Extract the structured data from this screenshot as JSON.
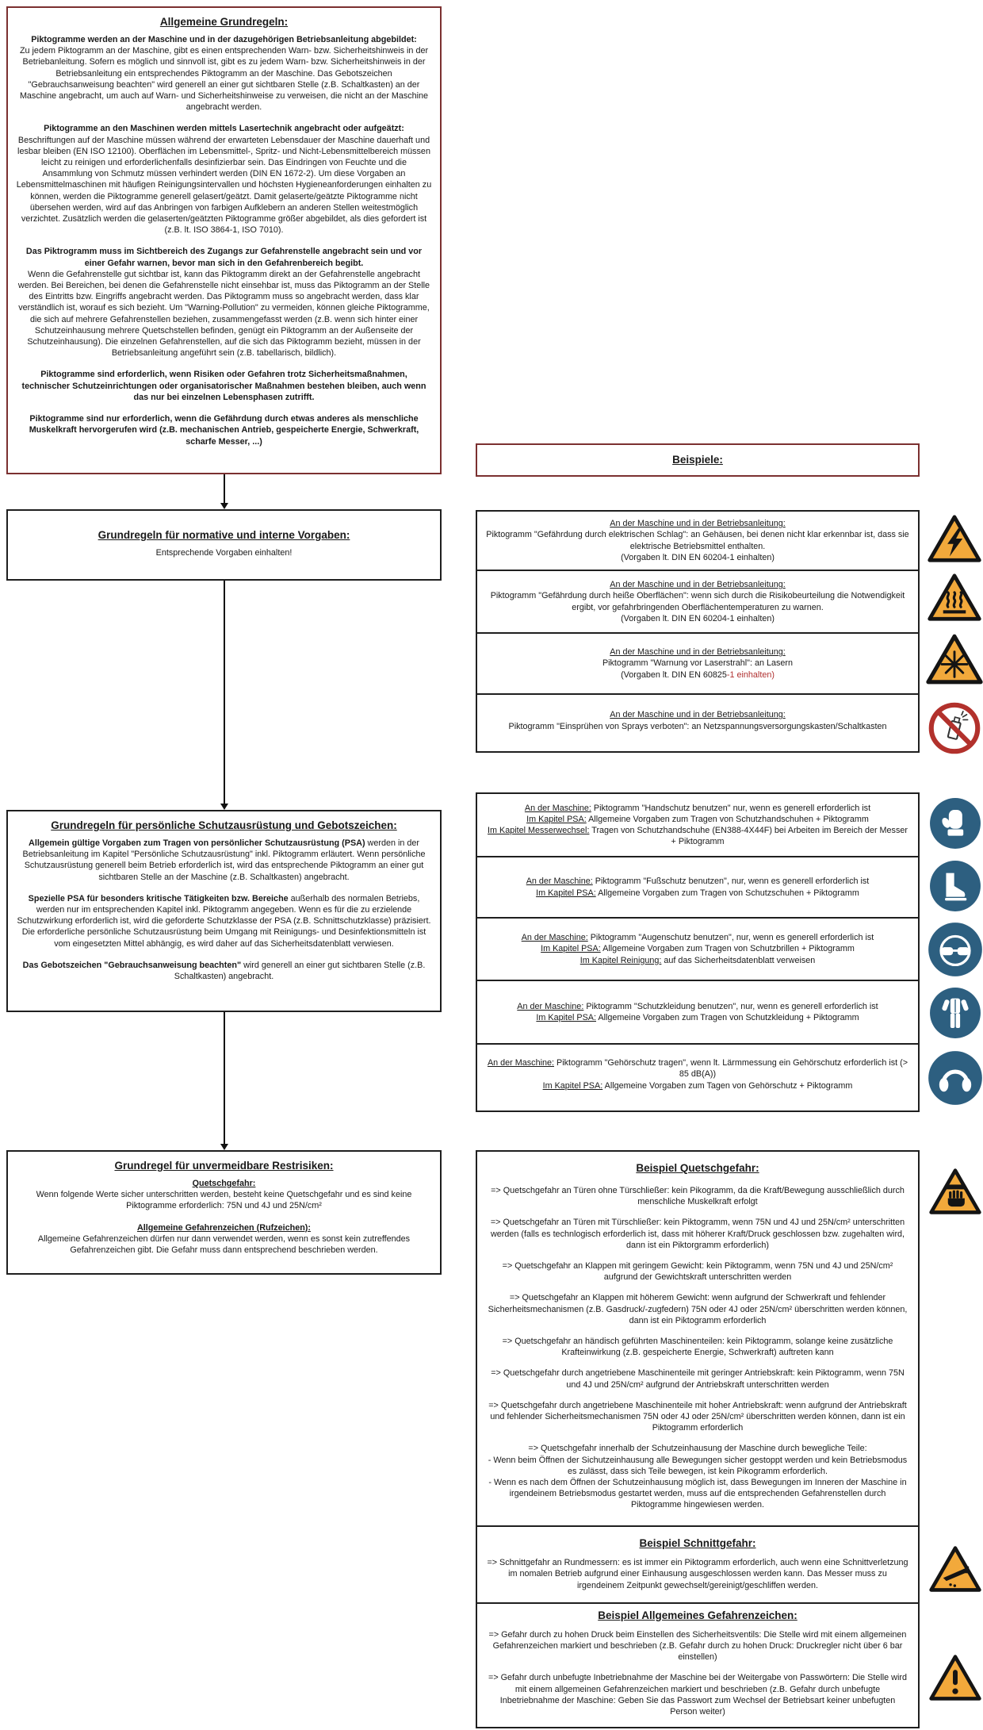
{
  "colors": {
    "accent_border": "#7B3030",
    "box_border": "#1F1F1F",
    "warning_yellow": "#F2A93B",
    "prohibition_red": "#B2312C",
    "mandatory_blue": "#2D5F80",
    "highlight_red_text": "#B03030"
  },
  "general_box": {
    "title": "Allgemeine Grundregeln:",
    "paragraphs": [
      {
        "lead": "Piktogramme werden an der Maschine und in der dazugehörigen Betriebsanleitung abgebildet:",
        "body": "Zu jedem Piktogramm an der Maschine, gibt es einen entsprechenden Warn- bzw. Sicherheitshinweis in der Betriebanleitung. Sofern es möglich und sinnvoll ist, gibt es zu jedem Warn- bzw. Sicherheitshinweis in der Betriebsanleitung ein entsprechendes Piktogramm an der Maschine. Das Gebotszeichen \"Gebrauchsanweisung beachten\" wird generell an einer gut sichtbaren Stelle (z.B. Schaltkasten) an der Maschine angebracht, um auch auf Warn- und Sicherheitshinweise zu verweisen, die nicht an der Maschine angebracht werden."
      },
      {
        "lead": "Piktogramme an den Maschinen werden mittels Lasertechnik angebracht oder aufgeätzt:",
        "body": "Beschriftungen auf der Maschine müssen während der erwarteten Lebensdauer der Maschine dauerhaft und lesbar bleiben (EN ISO 12100). Oberflächen im Lebensmittel-, Spritz- und Nicht-Lebensmittelbereich müssen leicht zu reinigen und erforderlichenfalls desinfizierbar sein. Das Eindringen von Feuchte und die Ansammlung von Schmutz müssen verhindert werden (DIN EN 1672-2). Um diese Vorgaben an Lebensmittelmaschinen mit häufigen Reinigungsintervallen und höchsten Hygieneanforderungen einhalten zu können, werden die Piktogramme generell gelasert/geätzt. Damit gelaserte/geätzte Piktogramme nicht übersehen werden, wird auf das Anbringen von farbigen Aufklebern an anderen Stellen weitestmöglich verzichtet. Zusätzlich werden die gelaserten/geätzten Piktogramme größer abgebildet, als dies gefordert ist (z.B. lt. ISO 3864-1, ISO 7010)."
      },
      {
        "lead": "Das Piktrogramm muss im Sichtbereich des Zugangs zur Gefahrenstelle angebracht sein und vor einer Gefahr warnen, bevor man sich in den Gefahrenbereich begibt.",
        "body": "Wenn die Gefahrenstelle gut sichtbar ist, kann das Piktogramm direkt an der Gefahrenstelle angebracht werden. Bei Bereichen, bei denen die Gefahrenstelle nicht einsehbar ist, muss das Piktogramm an der Stelle des Eintritts bzw. Eingriffs angebracht werden. Das Piktogramm muss so angebracht werden, dass klar verständlich ist, worauf es sich bezieht. Um \"Warning-Pollution\" zu vermeiden, können gleiche Piktogramme, die sich auf mehrere Gefahrenstellen beziehen, zusammengefasst werden (z.B. wenn sich hinter einer Schutzeinhausung mehrere Quetschstellen befinden, genügt ein Piktogramm an der Außenseite der Schutzeinhausung). Die einzelnen Gefahrenstellen, auf die sich das Piktogramm bezieht, müssen in der Betriebsanleitung angeführt sein (z.B. tabellarisch, bildlich)."
      },
      {
        "lead": "Piktogramme sind erforderlich, wenn Risiken oder Gefahren trotz Sicherheitsmaßnahmen, technischer Schutzeinrichtungen oder organisatorischer Maßnahmen bestehen bleiben, auch wenn das nur bei einzelnen Lebensphasen zutrifft.",
        "body": ""
      },
      {
        "lead": "Piktogramme sind nur erforderlich, wenn die Gefährdung durch etwas anderes als menschliche Muskelkraft hervorgerufen wird (z.B. mechanischen Antrieb, gespeicherte Energie, Schwerkraft, scharfe Messer, ...)",
        "body": ""
      }
    ]
  },
  "beispiele_box": {
    "title": "Beispiele:"
  },
  "norm_box": {
    "title": "Grundregeln für normative und interne Vorgaben:",
    "body": "Entsprechende Vorgaben einhalten!"
  },
  "norm_examples": [
    {
      "heading": "An der Maschine und in der Betriebsanleitung:",
      "body": "Piktogramm \"Gefährdung durch elektrischen Schlag\": an Gehäusen, bei denen nicht klar erkennbar ist, dass sie elektrische Betriebsmittel enthalten.",
      "note": "(Vorgaben lt. DIN EN 60204-1 einhalten)",
      "note_red": "",
      "icon": "electric-shock-warning-icon"
    },
    {
      "heading": "An der Maschine und in der Betriebsanleitung:",
      "body": "Piktogramm \"Gefährdung durch heiße Oberflächen\": wenn sich durch die Risikobeurteilung die Notwendigkeit ergibt, vor gefahrbringenden Oberflächentemperaturen zu warnen.",
      "note": "(Vorgaben lt. DIN EN 60204-1 einhalten)",
      "note_red": "",
      "icon": "hot-surface-warning-icon"
    },
    {
      "heading": "An der Maschine und in der Betriebsanleitung:",
      "body": "Piktogramm \"Warnung vor Laserstrahl\": an Lasern",
      "note": "(Vorgaben lt. DIN EN 60825",
      "note_red": "-1 einhalten)",
      "icon": "laser-warning-icon"
    },
    {
      "heading": "An der Maschine und in der Betriebsanleitung:",
      "body": "Piktogramm \"Einsprühen von Sprays verboten\": an Netzspannungsversorgungskasten/Schaltkasten",
      "note": "",
      "note_red": "",
      "icon": "no-spray-prohibition-icon"
    }
  ],
  "psa_box": {
    "title": "Grundregeln für persönliche Schutzausrüstung und Gebotszeichen:",
    "paragraphs": [
      {
        "lead": "Allgemein gültige Vorgaben zum Tragen von persönlicher Schutzausrüstung (PSA)",
        "rest": " werden in der Betriebsanleitung im Kapitel \"Persönliche Schutzausrüstung\" inkl. Piktogramm erläutert. Wenn persönliche Schutzausrüstung generell beim Betrieb erforderlich ist, wird das entsprechende Piktogramm an einer gut sichtbaren Stelle an der Maschine (z.B. Schaltkasten) angebracht."
      },
      {
        "lead": "Spezielle PSA für besonders kritische Tätigkeiten bzw. Bereiche",
        "rest": " außerhalb des normalen Betriebs, werden nur im entsprechenden Kapitel inkl. Piktogramm angegeben. Wenn es für die zu erzielende Schutzwirkung erforderlich ist, wird die geforderte Schutzklasse der PSA (z.B. Schnittschutzklasse) präzisiert."
      },
      {
        "lead": "",
        "rest": "Die erforderliche persönliche Schutzausrüstung beim Umgang mit Reinigungs- und Desinfektionsmitteln ist vom eingesetzten Mittel abhängig, es wird daher auf das Sicherheitsdatenblatt verwiesen."
      },
      {
        "lead": "Das Gebotszeichen \"Gebrauchsanweisung beachten\"",
        "rest": " wird generell an einer gut sichtbaren Stelle (z.B. Schaltkasten) angebracht."
      }
    ]
  },
  "psa_examples": [
    {
      "icon": "hand-protection-mandatory-icon",
      "lines": [
        {
          "lead": "An der Maschine:",
          "text": " Piktogramm \"Handschutz benutzen\" nur, wenn es generell erforderlich ist"
        },
        {
          "lead": "Im Kapitel PSA:",
          "text": " Allgemeine Vorgaben zum Tragen von Schutzhandschuhen + Piktogramm"
        },
        {
          "lead": "Im Kapitel Messerwechsel:",
          "text": " Tragen von Schutzhandschuhe (EN388-4X44F) bei Arbeiten im Bereich der Messer + Piktogramm"
        }
      ]
    },
    {
      "icon": "foot-protection-mandatory-icon",
      "lines": [
        {
          "lead": "An der Maschine:",
          "text": " Piktogramm \"Fußschutz benutzen\", nur, wenn es generell erforderlich ist"
        },
        {
          "lead": "Im Kapitel PSA:",
          "text": " Allgemeine Vorgaben zum Tragen von Schutzschuhen + Piktogramm"
        }
      ]
    },
    {
      "icon": "eye-protection-mandatory-icon",
      "lines": [
        {
          "lead": "An der Maschine:",
          "text": " Piktogramm \"Augenschutz benutzen\", nur, wenn es generell erforderlich ist"
        },
        {
          "lead": "Im Kapitel PSA:",
          "text": " Allgemeine Vorgaben zum Tragen von Schutzbrillen + Piktogramm"
        },
        {
          "lead": "Im Kapitel Reinigung:",
          "text": " auf das Sicherheitsdatenblatt verweisen"
        }
      ]
    },
    {
      "icon": "protective-clothing-mandatory-icon",
      "lines": [
        {
          "lead": "An der Maschine:",
          "text": " Piktogramm \"Schutzkleidung benutzen\", nur, wenn es generell erforderlich ist"
        },
        {
          "lead": "Im Kapitel PSA:",
          "text": " Allgemeine Vorgaben zum Tragen von Schutzkleidung + Piktogramm"
        }
      ]
    },
    {
      "icon": "ear-protection-mandatory-icon",
      "lines": [
        {
          "lead": "An der Maschine:",
          "text": " Piktogramm \"Gehörschutz tragen\", wenn lt. Lärmmessung ein Gehörschutz erforderlich ist (> 85 dB(A))"
        },
        {
          "lead": "Im Kapitel PSA:",
          "text": " Allgemeine Vorgaben zum Tagen von Gehörschutz + Piktogramm"
        }
      ]
    }
  ],
  "rest_box": {
    "title": "Grundregel für unvermeidbare Restrisiken:",
    "sections": [
      {
        "heading": "Quetschgefahr:",
        "body": "Wenn folgende Werte sicher unterschritten werden, besteht keine Quetschgefahr und es sind keine Piktogramme erforderlich: 75N und 4J und 25N/cm²"
      },
      {
        "heading": "Allgemeine Gefahrenzeichen (Rufzeichen):",
        "body": "Allgemeine Gefahrenzeichen dürfen nur dann verwendet werden, wenn es sonst kein zutreffendes Gefahrenzeichen gibt. Die Gefahr muss dann entsprechend beschrieben werden."
      }
    ]
  },
  "quetsch_box": {
    "title": "Beispiel Quetschgefahr:",
    "icon": "crush-hazard-warning-icon",
    "items": [
      "=> Quetschgefahr an Türen ohne Türschließer: kein Pikogramm, da die Kraft/Bewegung ausschließlich durch menschliche Muskelkraft erfolgt",
      "=> Quetschgefahr an Türen mit Türschließer: kein Piktogramm, wenn 75N und 4J und 25N/cm² unterschritten werden (falls es technlogisch erforderlich ist, dass mit höherer Kraft/Druck geschlossen bzw. zugehalten wird, dann ist ein Piktorgramm erforderlich)",
      "=> Quetschgefahr an Klappen mit geringem Gewicht: kein Piktogramm, wenn 75N und 4J und 25N/cm² aufgrund der Gewichtskraft unterschritten werden",
      "=> Quetschgefahr an Klappen mit höherem Gewicht: wenn aufgrund der Schwerkraft und fehlender Sicherheitsmechanismen (z.B. Gasdruck/-zugfedern) 75N oder 4J oder 25N/cm² überschritten werden können, dann ist ein Piktogramm erforderlich",
      "=> Quetschgefahr an händisch geführten Maschinenteilen: kein Piktogramm, solange keine zusätzliche Krafteinwirkung (z.B. gespeicherte Energie, Schwerkraft) auftreten kann",
      "=> Quetschgefahr durch angetriebene Maschinenteile mit geringer Antriebskraft: kein Piktogramm, wenn 75N und 4J und 25N/cm² aufgrund der Antriebskraft unterschritten werden",
      "=> Quetschgefahr durch angetriebene Maschinenteile mit hoher Antriebskraft: wenn aufgrund der Antriebskraft und fehlender Sicherheitsmechanismen 75N oder 4J oder 25N/cm² überschritten werden können, dann ist ein Piktogramm erforderlich",
      "=> Quetschgefahr innerhalb der Schutzeinhausung der Maschine durch bewegliche Teile:\n- Wenn beim Öffnen der Sichutzeinhausung alle Bewegungen sicher gestoppt werden und kein Betriebsmodus es zulässt, dass sich Teile bewegen, ist kein Pikogramm erforderlich.\n- Wenn es nach dem Öffnen der Schutzeinhausung möglich ist, dass Bewegungen im Inneren der Maschine in irgendeinem Betriebsmodus gestartet werden, muss auf die entsprechenden Gefahrenstellen durch Piktogramme hingewiesen werden."
    ]
  },
  "schnitt_box": {
    "title": "Beispiel Schnittgefahr:",
    "icon": "cut-hazard-warning-icon",
    "items": [
      "=> Schnittgefahr an Rundmessern: es ist immer ein Piktogramm erforderlich, auch wenn eine Schnittverletzung im nomalen Betrieb aufgrund einer Einhausung ausgeschlossen werden kann. Das Messer muss zu irgendeinem Zeitpunkt gewechselt/gereinigt/geschliffen werden."
    ]
  },
  "allgemein_box": {
    "title": "Beispiel Allgemeines Gefahrenzeichen:",
    "icon": "general-danger-warning-icon",
    "items": [
      "=> Gefahr durch zu hohen Druck beim Einstellen des Sicherheitsventils: Die Stelle wird mit einem allgemeinen Gefahrenzeichen markiert und beschrieben (z.B. Gefahr durch zu hohen Druck: Druckregler nicht über 6 bar einstellen)",
      "=> Gefahr durch unbefugte Inbetriebnahme der Maschine bei der Weitergabe von Passwörtern: Die Stelle wird mit einem allgemeinen Gefahrenzeichen markiert und beschrieben (z.B. Gefahr durch unbefugte Inbetriebnahme der Maschine: Geben Sie das Passwort zum Wechsel der Betriebsart keiner unbefugten Person weiter)"
    ]
  }
}
